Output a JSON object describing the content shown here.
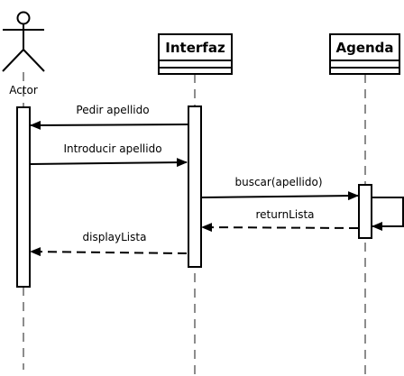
{
  "diagram": {
    "actor": {
      "name": "Actor"
    },
    "participants": {
      "interfaz": "Interfaz",
      "agenda": "Agenda"
    },
    "messages": [
      {
        "label": "Pedir apellido",
        "from": "Interfaz",
        "to": "Actor",
        "style": "solid"
      },
      {
        "label": "Introducir apellido",
        "from": "Actor",
        "to": "Interfaz",
        "style": "solid"
      },
      {
        "label": "buscar(apellido)",
        "from": "Interfaz",
        "to": "Agenda",
        "style": "solid"
      },
      {
        "label": "",
        "from": "Agenda",
        "to": "Agenda",
        "style": "solid"
      },
      {
        "label": "returnLista",
        "from": "Agenda",
        "to": "Interfaz",
        "style": "dashed"
      },
      {
        "label": "displayLista",
        "from": "Interfaz",
        "to": "Actor",
        "style": "dashed"
      }
    ]
  }
}
